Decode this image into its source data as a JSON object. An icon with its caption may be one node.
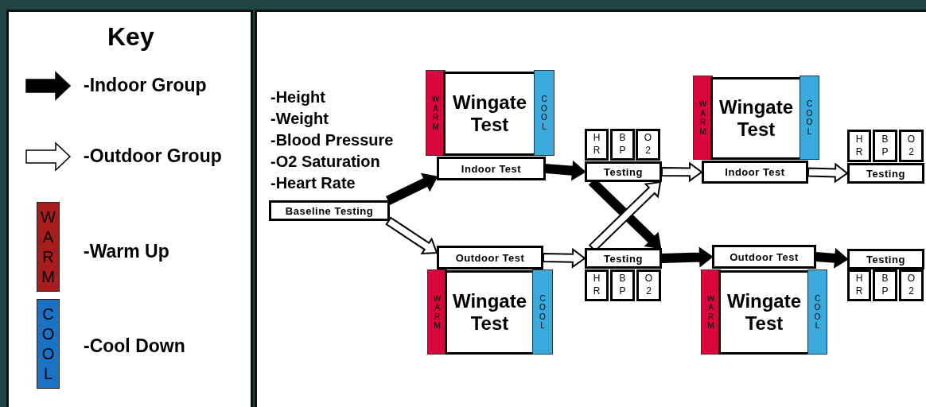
{
  "diagram": {
    "nodes": [
      {
        "text": [
          "Baseline Testing"
        ],
        "beside": [
          "-Height",
          "-Weight",
          "-Blood Pressure",
          "-O2 Saturation",
          "-Heart Rate"
        ]
      },
      {
        "text": [
          "WARM"
        ]
      },
      {
        "text": [
          "Wingate Test"
        ]
      },
      {
        "text": [
          "COOL"
        ]
      },
      {
        "text": [
          "Indoor Test"
        ]
      },
      {
        "text": [
          "HR"
        ]
      },
      {
        "text": [
          "BP"
        ]
      },
      {
        "text": [
          "O2"
        ]
      },
      {
        "text": [
          "Testing"
        ]
      },
      {
        "text": [
          "WARM"
        ]
      },
      {
        "text": [
          "Wingate Test"
        ]
      },
      {
        "text": [
          "COOL"
        ]
      },
      {
        "text": [
          "Indoor Test"
        ]
      },
      {
        "text": [
          "HR"
        ]
      },
      {
        "text": [
          "BP"
        ]
      },
      {
        "text": [
          "O2"
        ]
      },
      {
        "text": [
          "Testing"
        ]
      },
      {
        "text": [
          "Outdoor Test"
        ]
      },
      {
        "text": [
          "WARM"
        ]
      },
      {
        "text": [
          "Wingate Test"
        ]
      },
      {
        "text": [
          "COOL"
        ]
      },
      {
        "text": [
          "Testing"
        ]
      },
      {
        "text": [
          "HR"
        ]
      },
      {
        "text": [
          "BP"
        ]
      },
      {
        "text": [
          "O2"
        ]
      },
      {
        "text": [
          "Outdoor Test"
        ]
      },
      {
        "text": [
          "WARM"
        ]
      },
      {
        "text": [
          "Wingate Test"
        ]
      },
      {
        "text": [
          "COOL"
        ]
      },
      {
        "text": [
          "Testing"
        ]
      },
      {
        "text": [
          "HR"
        ]
      },
      {
        "text": [
          "BP"
        ]
      },
      {
        "text": [
          "O2"
        ]
      }
    ],
    "edges": [
      {
        "from": 0,
        "to": 4,
        "arrow": "to",
        "color": "#000000"
      },
      {
        "from": 0,
        "to": 17,
        "arrow": "to",
        "color": "#ffffff"
      },
      {
        "from": 4,
        "to": 8,
        "arrow": "to",
        "color": "#000000"
      },
      {
        "from": 17,
        "to": 21,
        "arrow": "to",
        "color": "#ffffff"
      },
      {
        "from": 8,
        "to": 21,
        "arrow": "to",
        "color": "#000000"
      },
      {
        "from": 21,
        "to": 8,
        "arrow": "to",
        "color": "#ffffff"
      },
      {
        "from": 8,
        "to": 12,
        "arrow": "to",
        "color": "#ffffff"
      },
      {
        "from": 21,
        "to": 25,
        "arrow": "to",
        "color": "#000000"
      },
      {
        "from": 12,
        "to": 16,
        "arrow": "to",
        "color": "#ffffff"
      },
      {
        "from": 25,
        "to": 29,
        "arrow": "to",
        "color": "#000000"
      }
    ],
    "labels": [
      "Key",
      "WARM",
      "COOL"
    ],
    "legend": [
      {
        "text": "-Indoor Group"
      },
      {
        "text": "-Outdoor Group"
      },
      {
        "text": "-Warm Up",
        "color": "#a81c1c"
      },
      {
        "text": "-Cool Down",
        "color": "#1b72c4"
      }
    ]
  }
}
